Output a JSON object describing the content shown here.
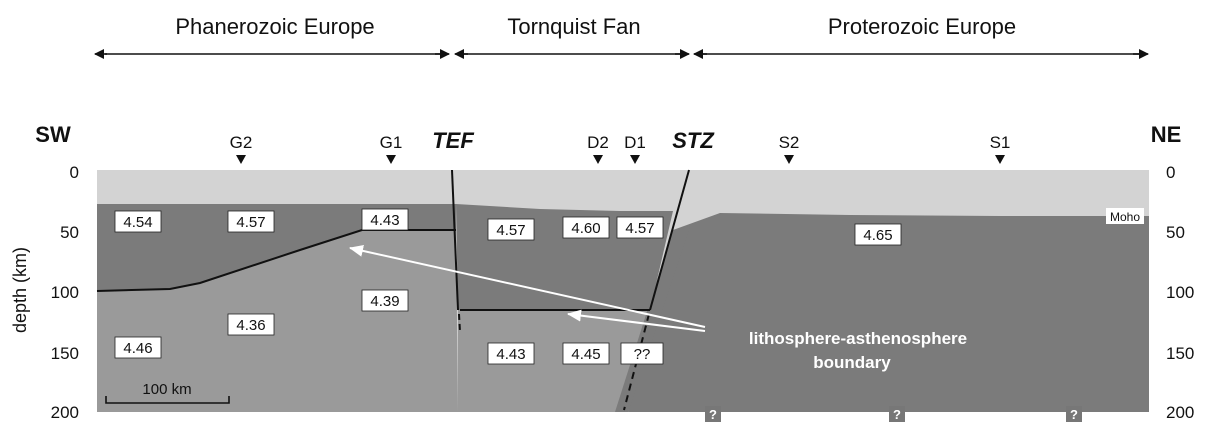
{
  "regions": [
    {
      "id": "phanerozoic",
      "label": "Phanerozoic Europe"
    },
    {
      "id": "tornquist",
      "label": "Tornquist Fan"
    },
    {
      "id": "proterozoic",
      "label": "Proterozoic Europe"
    }
  ],
  "ends": {
    "left": "SW",
    "right": "NE"
  },
  "zones": [
    {
      "id": "tef",
      "label": "TEF"
    },
    {
      "id": "stz",
      "label": "STZ"
    }
  ],
  "stations": [
    "G2",
    "G1",
    "D2",
    "D1",
    "S2",
    "S1"
  ],
  "axis": {
    "title": "depth (km)",
    "ticks": [
      "0",
      "50",
      "100",
      "150",
      "200"
    ]
  },
  "velocities": [
    "4.54",
    "4.57",
    "4.43",
    "4.57",
    "4.60",
    "4.57",
    "4.65",
    "4.39",
    "4.36",
    "4.46",
    "4.43",
    "4.45",
    "??"
  ],
  "moho_label": "Moho",
  "annotation": {
    "line1": "lithosphere-asthenosphere",
    "line2": "boundary"
  },
  "scale_bar": "100 km",
  "unknown_marker": "?",
  "colors": {
    "crust": "#d3d3d3",
    "mantle_lithosphere": "#7b7b7b",
    "asthenosphere": "#9a9a9a",
    "text": "#111111",
    "annotation_text": "#ffffff"
  }
}
